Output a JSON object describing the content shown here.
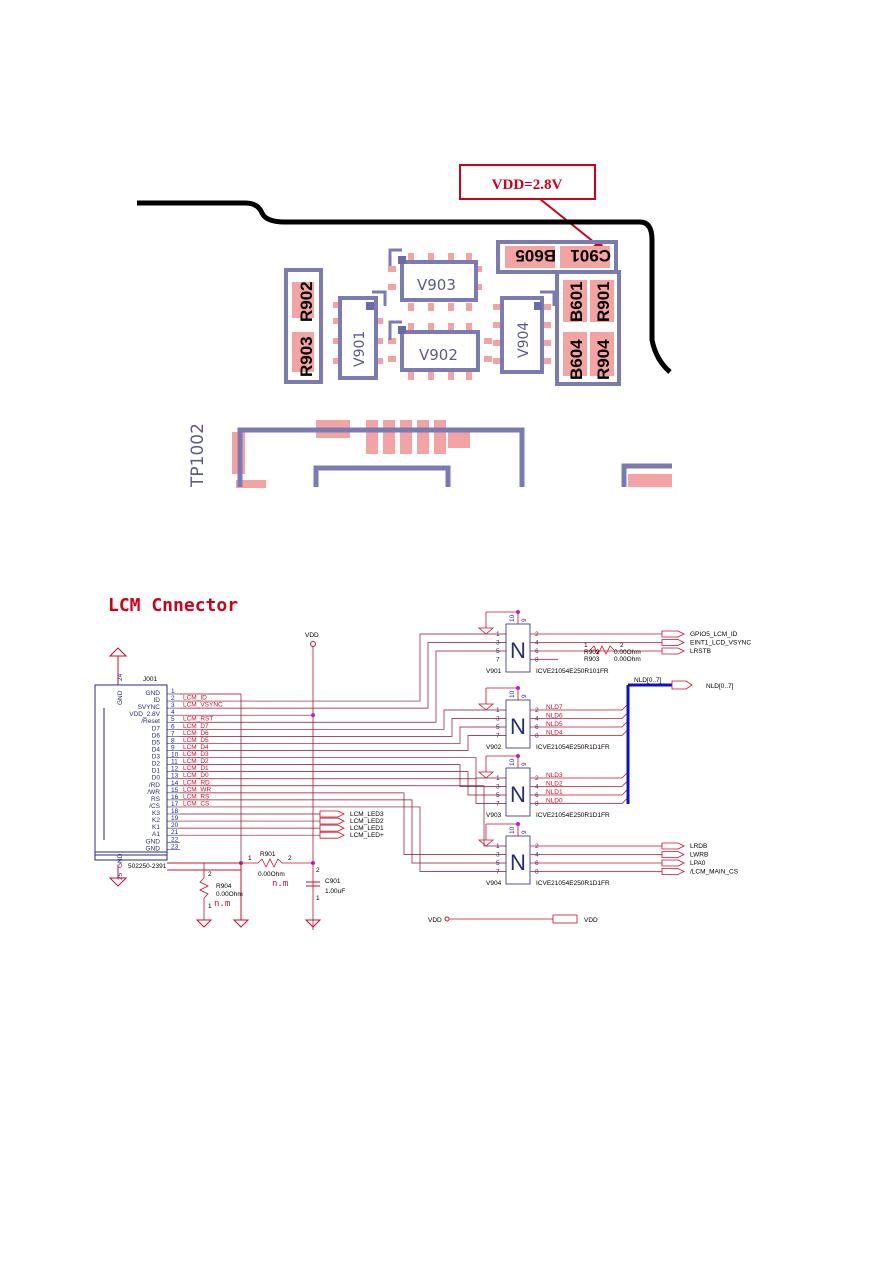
{
  "annotation": {
    "text": "VDD=2.8V"
  },
  "pcb": {
    "labels": {
      "r902": "R902",
      "r903": "R903",
      "v901": "V901",
      "v902": "V902",
      "v903": "V903",
      "v904": "V904",
      "b605": "B605",
      "c901": "C901",
      "b601": "B601",
      "r901": "R901",
      "b604": "B604",
      "r904": "R904",
      "tp1002": "TP1002"
    }
  },
  "schematic": {
    "title": "LCM Cnnector",
    "vdd": "VDD",
    "connector": {
      "ref": "J001",
      "part": "502250-2391",
      "gnd_top": "GND",
      "gnd_bottom": "GND",
      "pin24": "24",
      "pin25": "25",
      "pin_names": [
        "GND",
        "ID",
        "SVYNC",
        "VDD_2.8V",
        "/Reset",
        "D7",
        "D6",
        "D5",
        "D4",
        "D3",
        "D2",
        "D1",
        "D0",
        "/RD",
        "/WR",
        "RS",
        "/CS",
        "K3",
        "K2",
        "K1",
        "A1",
        "GND",
        "GND"
      ],
      "pin_numbers": [
        "1",
        "2",
        "3",
        "4",
        "5",
        "6",
        "7",
        "8",
        "9",
        "10",
        "11",
        "12",
        "13",
        "14",
        "15",
        "16",
        "17",
        "18",
        "19",
        "20",
        "21",
        "22",
        "23"
      ]
    },
    "nets": [
      "LCM_ID",
      "LCM_VSYNC",
      "",
      "LCM_RST",
      "LCM_D7",
      "LCM_D6",
      "LCM_D5",
      "LCM_D4",
      "LCM_D3",
      "LCM_D2",
      "LCM_D1",
      "LCM_D0",
      "LCM_RD",
      "LCM_WR",
      "LCM_RS",
      "LCM_CS"
    ],
    "leds": [
      "LCM_LED3",
      "LCM_LED2",
      "LCM_LED1",
      "LCM_LED+"
    ],
    "filters": [
      {
        "ref": "V901",
        "part": "ICVE21054E250R101FR",
        "out": [
          "",
          "",
          "",
          ""
        ]
      },
      {
        "ref": "V902",
        "part": "ICVE21054E250R1D1FR",
        "out": [
          "NLD7",
          "NLD6",
          "NLD5",
          "NLD4"
        ]
      },
      {
        "ref": "V903",
        "part": "ICVE21054E250R1D1FR",
        "out": [
          "NLD3",
          "NLD2",
          "NLD1",
          "NLD0"
        ]
      },
      {
        "ref": "V904",
        "part": "ICVE21054E250R1D1FR",
        "out": [
          "",
          "",
          "",
          ""
        ]
      }
    ],
    "in_pins": [
      "1",
      "3",
      "5",
      "7"
    ],
    "out_pins": [
      "2",
      "4",
      "6",
      "8"
    ],
    "top_pins": [
      "10",
      "9"
    ],
    "outputs_v901": [
      "GPIO5_LCM_ID",
      "EINT1_LCD_VSYNC",
      "LRSTB"
    ],
    "r902": {
      "ref": "R902",
      "value": "0.00Ohm",
      "pin1": "1",
      "pin2": "2"
    },
    "r903": {
      "ref": "R903",
      "value": "0.00Ohm"
    },
    "bus": {
      "label": "NLD[0..7]",
      "port": "NLD[0..7]"
    },
    "outputs_v904": [
      "LRDB",
      "LWRB",
      "LPA0",
      "/LCM_MAIN_CS"
    ],
    "r901": {
      "ref": "R901",
      "value": "0.00Ohm",
      "nm": "n.m",
      "pin1": "1",
      "pin2": "2"
    },
    "c901": {
      "ref": "C901",
      "value": "1.00uF",
      "pin1": "1",
      "pin2": "2"
    },
    "r904": {
      "ref": "R904",
      "value": "0.00Ohm",
      "nm": "n.m",
      "pin1": "1",
      "pin2": "2"
    },
    "vdd_left": "VDD",
    "vdd_right": "VDD"
  }
}
